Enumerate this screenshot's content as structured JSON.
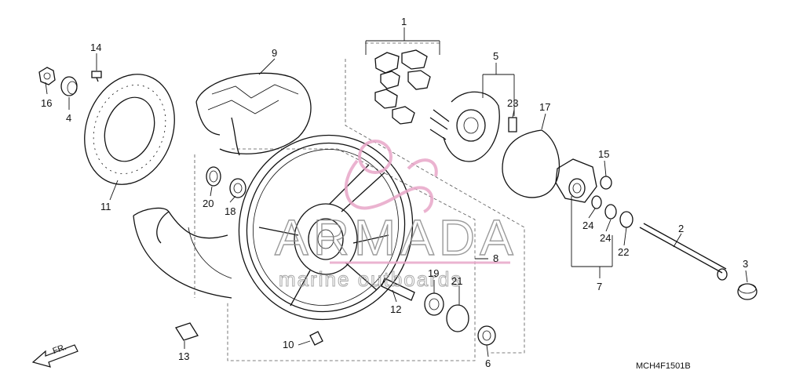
{
  "diagram": {
    "callouts": [
      "1",
      "2",
      "3",
      "4",
      "5",
      "6",
      "7",
      "8",
      "9",
      "10",
      "11",
      "12",
      "13",
      "14",
      "15",
      "16",
      "17",
      "18",
      "19",
      "20",
      "21",
      "22",
      "23",
      "24",
      "24"
    ],
    "diagram_code": "MCH4F1501B",
    "direction_label": "FR.",
    "watermark": {
      "brand": "ARMADA",
      "tagline": "marine outboards",
      "colors": {
        "logo": "#e8a6c8",
        "text": "#8a8a8a"
      }
    }
  }
}
